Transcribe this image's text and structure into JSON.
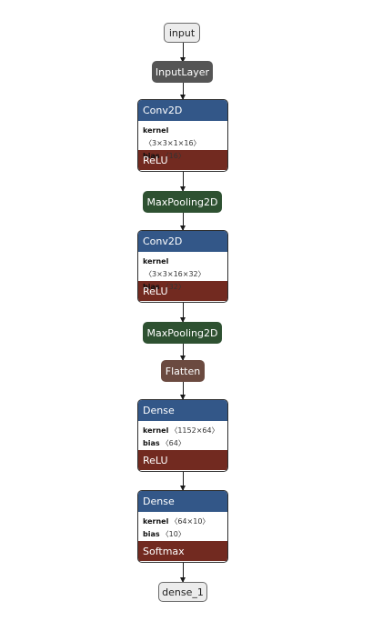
{
  "graph": {
    "input_node": "input",
    "input_layer": "InputLayer",
    "conv1": {
      "title": "Conv2D",
      "kernel_label": "kernel",
      "kernel_value": "〈3×3×1×16〉",
      "bias_label": "bias",
      "bias_value": "〈16〉",
      "activation": "ReLU"
    },
    "pool1": "MaxPooling2D",
    "conv2": {
      "title": "Conv2D",
      "kernel_label": "kernel",
      "kernel_value": "〈3×3×16×32〉",
      "bias_label": "bias",
      "bias_value": "〈32〉",
      "activation": "ReLU"
    },
    "pool2": "MaxPooling2D",
    "flatten": "Flatten",
    "dense1": {
      "title": "Dense",
      "kernel_label": "kernel",
      "kernel_value": "〈1152×64〉",
      "bias_label": "bias",
      "bias_value": "〈64〉",
      "activation": "ReLU"
    },
    "dense2": {
      "title": "Dense",
      "kernel_label": "kernel",
      "kernel_value": "〈64×10〉",
      "bias_label": "bias",
      "bias_value": "〈10〉",
      "activation": "Softmax"
    },
    "output_node": "dense_1"
  },
  "colors": {
    "layer_header": "#335788",
    "activation": "#722a20",
    "pooling": "#2e5131",
    "flatten": "#6b4a40",
    "input_layer": "#555555",
    "io_node": "#ececec"
  },
  "icons": {
    "edge_arrow": "arrow-down-icon"
  }
}
